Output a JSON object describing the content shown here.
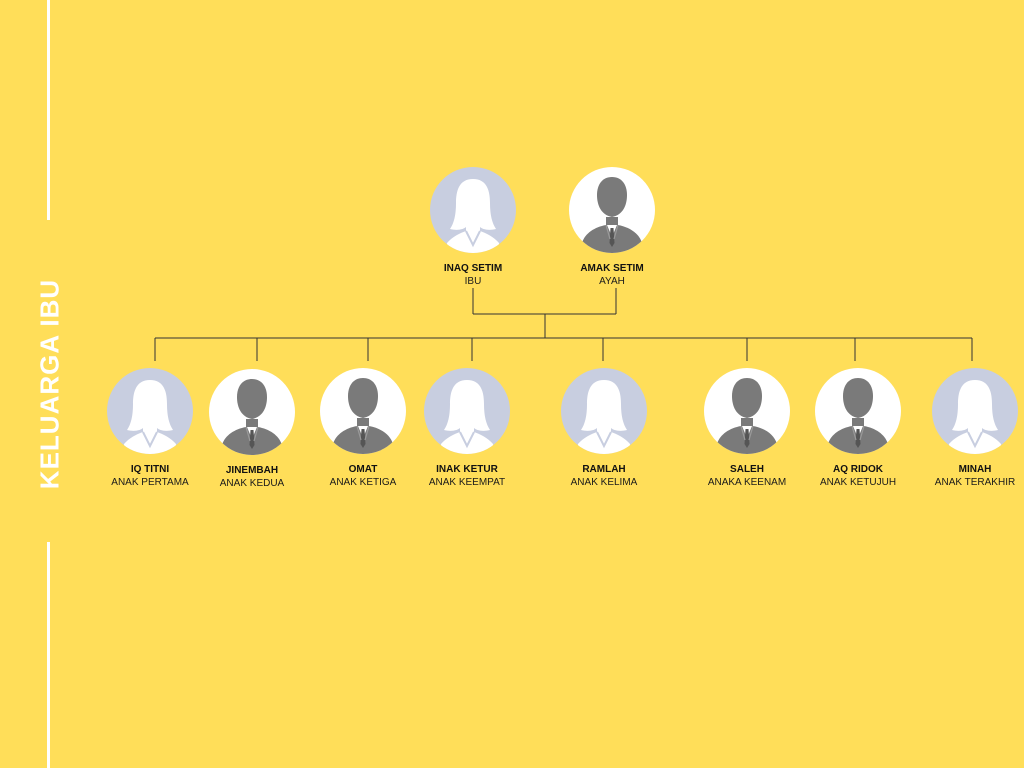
{
  "side_title": "KELUARGA IBU",
  "colors": {
    "background": "#FFDE59",
    "female_bg": "#C8CEE0",
    "female_figure": "#ffffff",
    "male_bg": "#ffffff",
    "male_figure": "#7a7a7a",
    "line": "#333333"
  },
  "parents": [
    {
      "id": "p1",
      "name": "INAQ SETIM",
      "role": "IBU",
      "gender": "female"
    },
    {
      "id": "p2",
      "name": "AMAK SETIM",
      "role": "AYAH",
      "gender": "male"
    }
  ],
  "children": [
    {
      "id": "c1",
      "name": "IQ TITNI",
      "role": "ANAK PERTAMA",
      "gender": "female"
    },
    {
      "id": "c2",
      "name": "JINEMBAH",
      "role": "ANAK KEDUA",
      "gender": "male"
    },
    {
      "id": "c3",
      "name": "OMAT",
      "role": "ANAK KETIGA",
      "gender": "male"
    },
    {
      "id": "c4",
      "name": "INAK KETUR",
      "role": "ANAK KEEMPAT",
      "gender": "female"
    },
    {
      "id": "c5",
      "name": "RAMLAH",
      "role": "ANAK KELIMA",
      "gender": "female"
    },
    {
      "id": "c6",
      "name": "SALEH",
      "role": "ANAKA KEENAM",
      "gender": "male"
    },
    {
      "id": "c7",
      "name": "AQ RIDOK",
      "role": "ANAK KETUJUH",
      "gender": "male"
    },
    {
      "id": "c8",
      "name": "MINAH",
      "role": "ANAK TERAKHIR",
      "gender": "female"
    }
  ]
}
